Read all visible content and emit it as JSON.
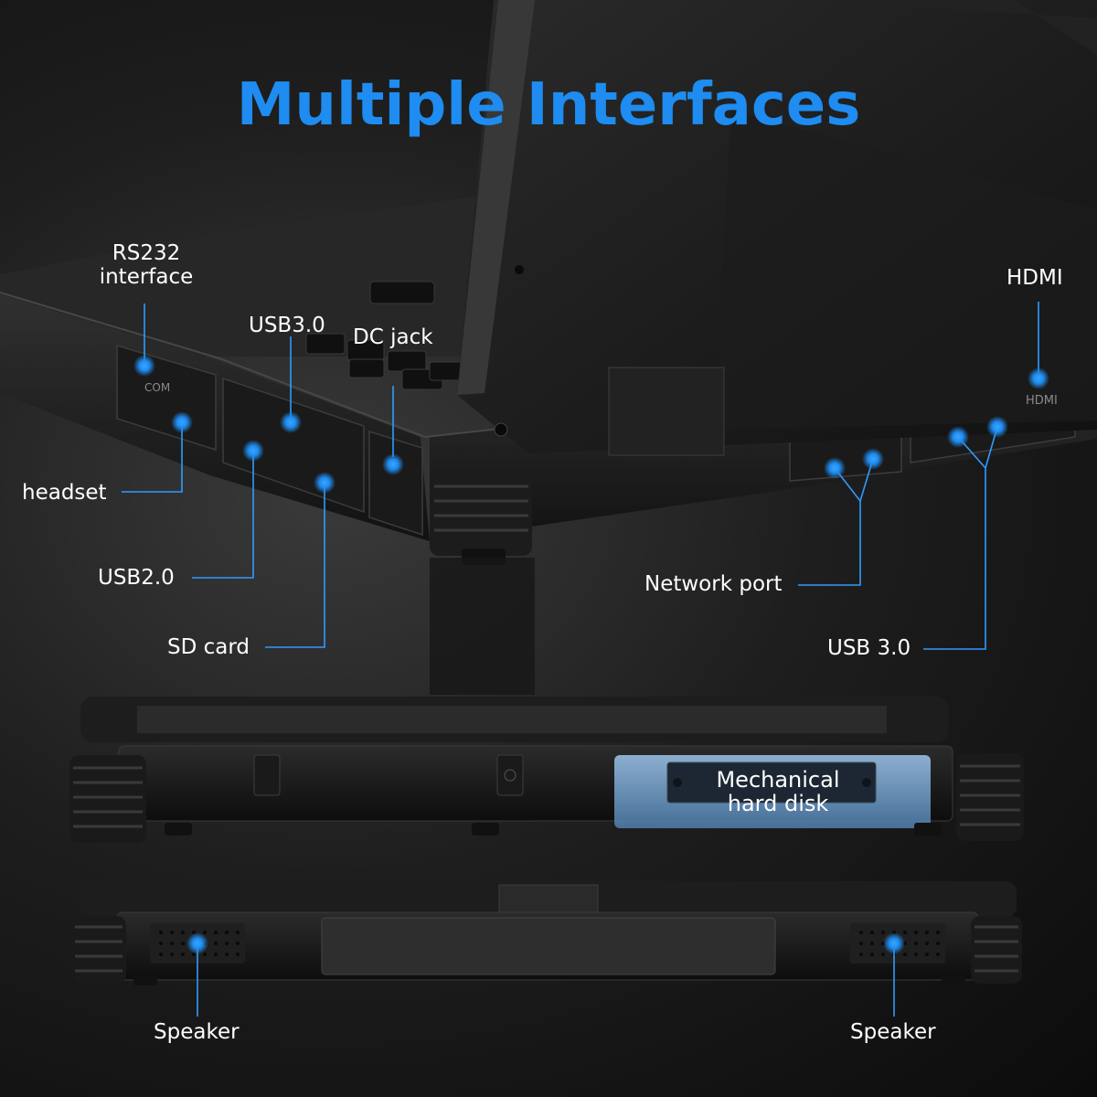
{
  "title": "Multiple Interfaces",
  "colors": {
    "accent": "#1e8cf0",
    "leader": "#2f9bff",
    "text": "#ffffff",
    "body": "#161616"
  },
  "labels": {
    "rs232_line1": "RS232",
    "rs232_line2": "interface",
    "usb30_left": "USB3.0",
    "dc_jack": "DC jack",
    "hdmi": "HDMI",
    "headset": "headset",
    "usb20": "USB2.0",
    "sd_card": "SD card",
    "network_port": "Network port",
    "usb30_right": "USB 3.0",
    "hdd_line1": "Mechanical",
    "hdd_line2": "hard disk",
    "speaker_left": "Speaker",
    "speaker_right": "Speaker"
  },
  "port_markings": {
    "com": "COM",
    "hdmi": "HDMI"
  }
}
